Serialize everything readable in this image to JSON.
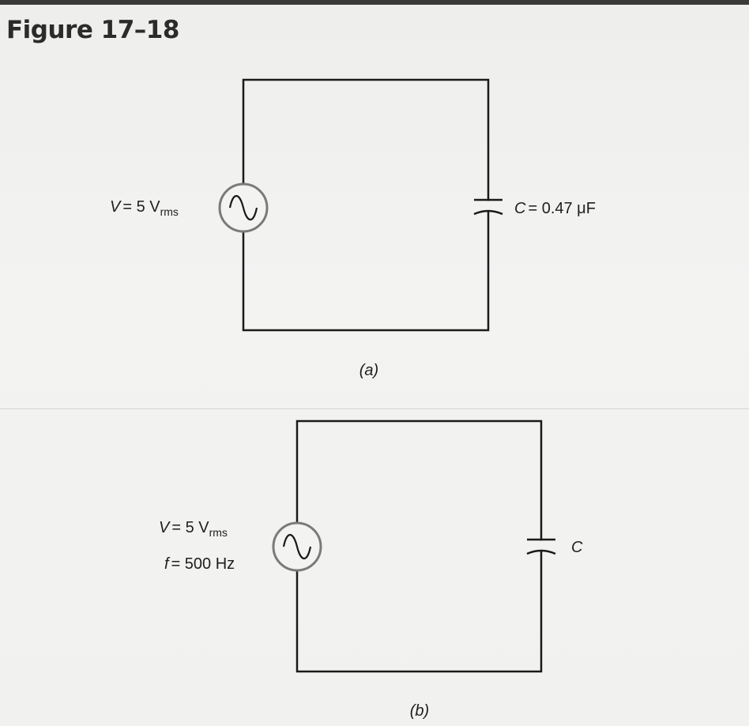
{
  "figure": {
    "title": "Figure 17–18"
  },
  "panel_a": {
    "caption": "(a)",
    "source": {
      "var": "V",
      "value": "= 5 V",
      "sub": "rms"
    },
    "capacitor": {
      "var": "C",
      "value": "= 0.47 μF"
    }
  },
  "panel_b": {
    "caption": "(b)",
    "source": {
      "var": "V",
      "value": "= 5 V",
      "sub": "rms",
      "freq_var": "f",
      "freq_value": "= 500 Hz"
    },
    "capacitor": {
      "var": "C"
    }
  },
  "colors": {
    "wire": "#1a1a1a",
    "source_ring": "#7a7a7a"
  }
}
